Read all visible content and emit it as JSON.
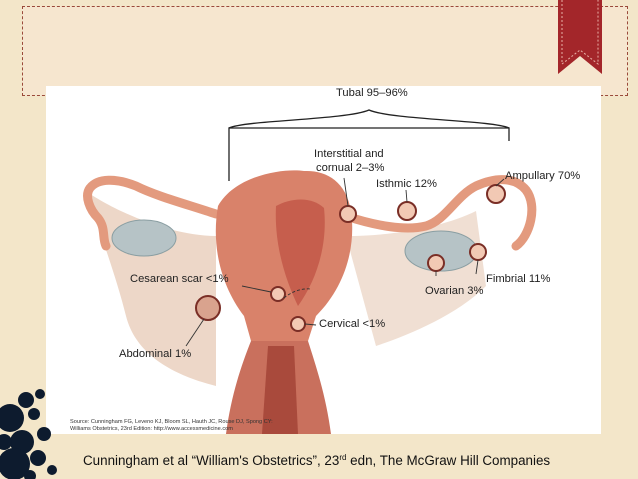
{
  "diagram": {
    "labels": {
      "tubal": "Tubal 95–96%",
      "interstitial_line1": "Interstitial and",
      "interstitial_line2": "cornual 2–3%",
      "isthmic": "Isthmic 12%",
      "ampullary": "Ampullary 70%",
      "cesarean": "Cesarean scar <1%",
      "fimbrial": "Fimbrial 11%",
      "ovarian": "Ovarian 3%",
      "cervical": "Cervical <1%",
      "abdominal": "Abdominal 1%"
    },
    "source_line1": "Source: Cunningham FG, Leveno KJ, Bloom SL, Hauth JC, Rouse DJ, Spong CY:",
    "source_line2": "Williams Obstetrics, 23rd Edition: http://www.accessmedicine.com"
  },
  "caption": {
    "text_before": "Cunningham et al “William's Obstetrics”, 23",
    "superscript": "rd",
    "text_after": " edn, The McGraw Hill Companies"
  },
  "colors": {
    "background": "#f3e6c9",
    "bookmark": "#a3262a",
    "uterus": "#d9826a",
    "tissue": "#e8b39c",
    "ink": "#0d1b2e"
  }
}
